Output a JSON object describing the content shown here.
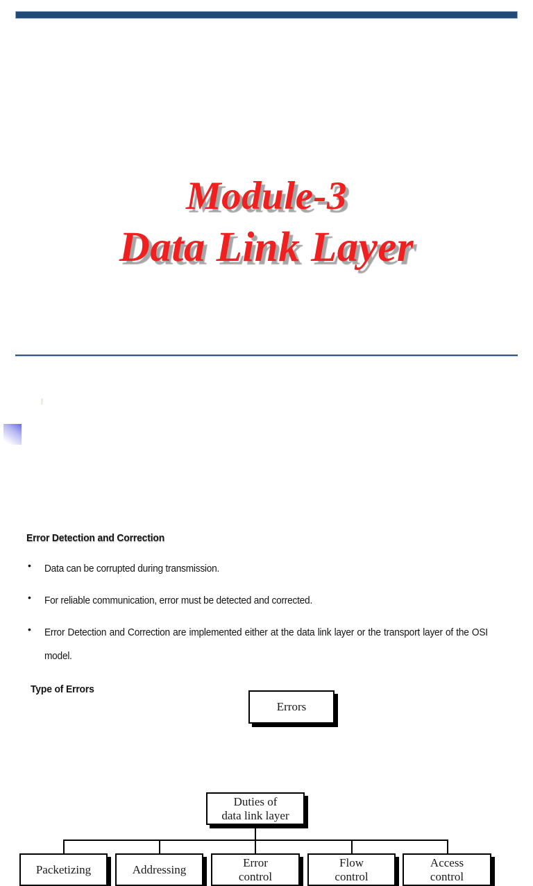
{
  "theme": {
    "bar_color": "#234a76",
    "divider_color": "#2e5586",
    "title_color": "#ee2020",
    "title_shadow_color": "#969696",
    "body_text_color": "#141414",
    "diagram_border_color": "#000000"
  },
  "decor": {
    "top_bar_name": "top-accent-bar",
    "divider_name": "title-divider",
    "artifact_name": "stray-gradient-shape"
  },
  "title": {
    "line1": "Module-3",
    "line2": "Data Link Layer"
  },
  "diagram": {
    "root": {
      "line1": "Duties of",
      "line2": "data link layer"
    },
    "children": [
      {
        "line1": "Packetizing",
        "line2": ""
      },
      {
        "line1": "Addressing",
        "line2": ""
      },
      {
        "line1": "Error",
        "line2": "control"
      },
      {
        "line1": "Flow",
        "line2": "control"
      },
      {
        "line1": "Access",
        "line2": "control"
      }
    ]
  },
  "content": {
    "heading_error_detection": "Error Detection and Correction",
    "bullet_marker": "•",
    "bullets": [
      "Data can be corrupted during transmission.",
      "For reliable communication, error must be detected and corrected.",
      "Error Detection and Correction are implemented either at the data link layer or the transport layer of the OSI model."
    ],
    "heading_type_of_errors": "Type of Errors"
  },
  "errors_diagram": {
    "root_label": "Errors"
  }
}
